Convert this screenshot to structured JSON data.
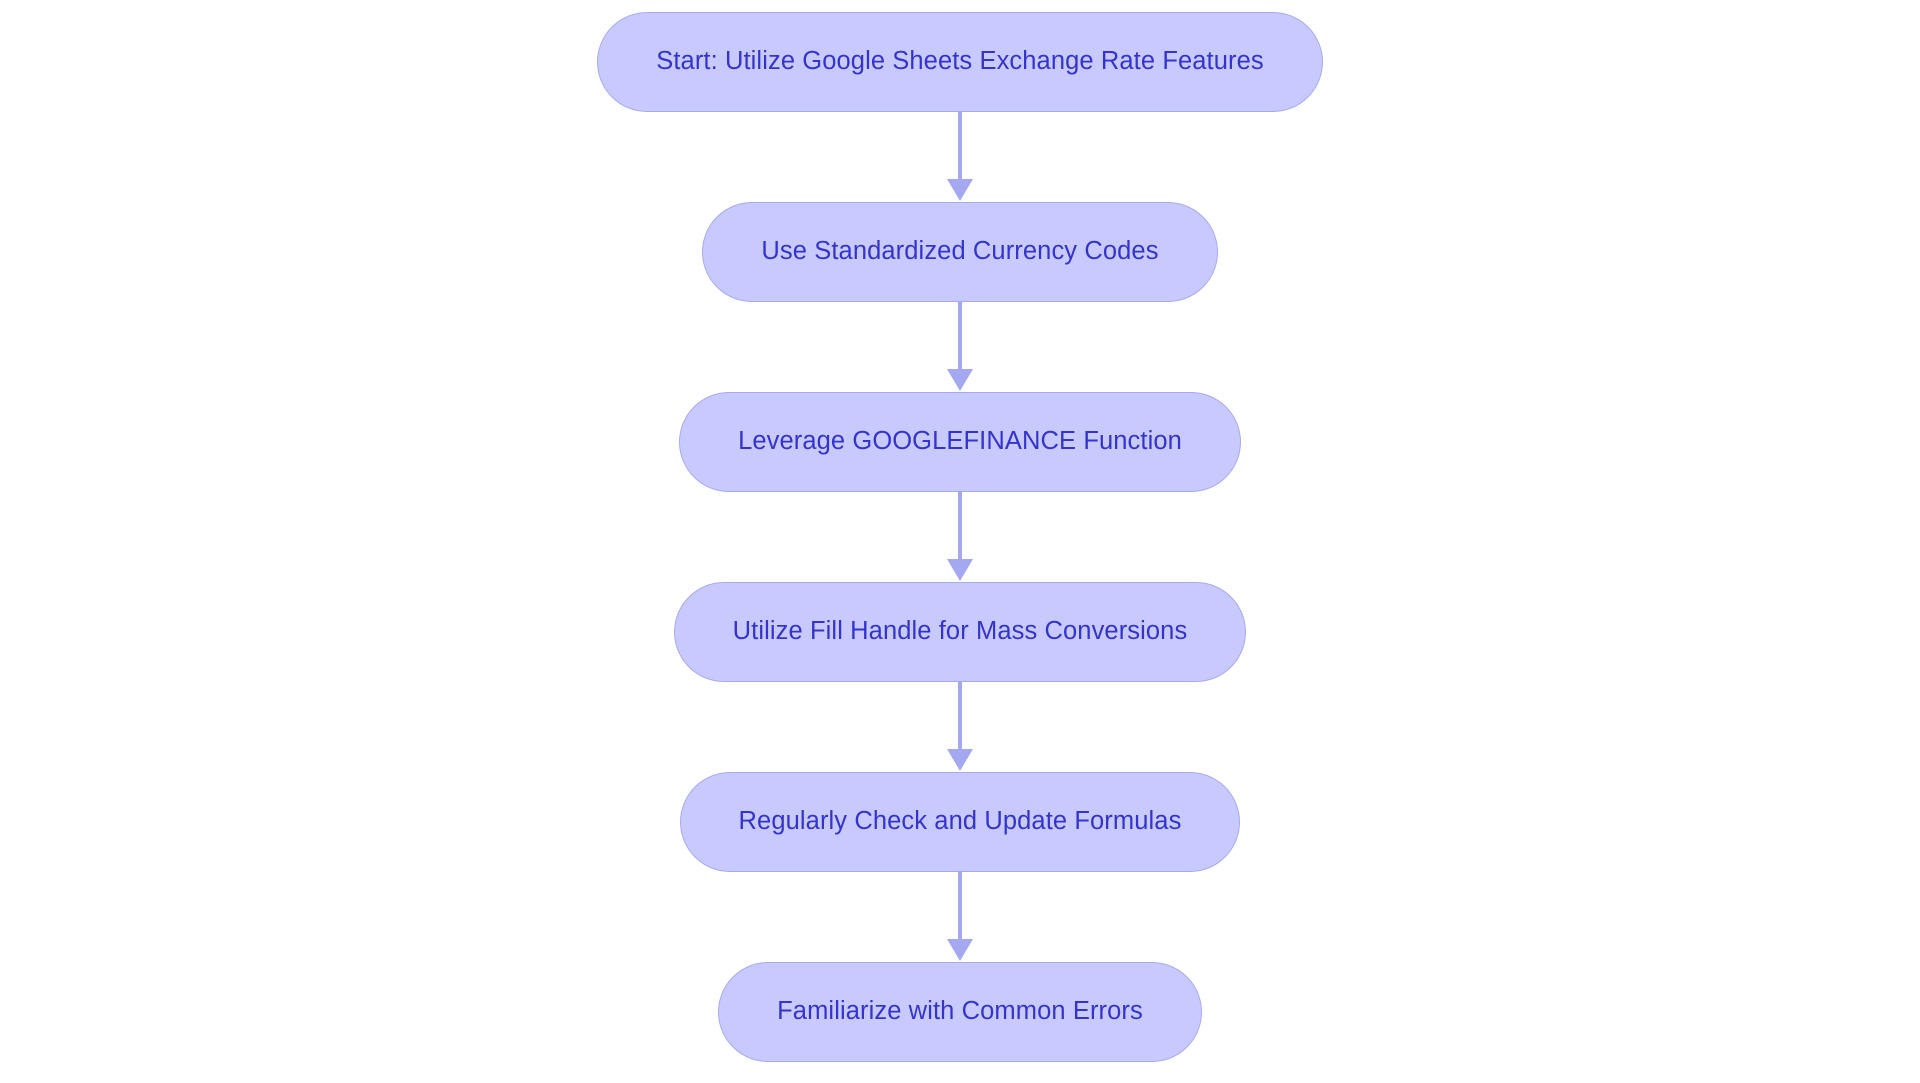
{
  "diagram": {
    "type": "flowchart",
    "orientation": "top-to-bottom",
    "background_color": "#ffffff",
    "node_fill_color": "#c8caff",
    "node_border_color": "#a7abee",
    "node_text_color": "#3434cc",
    "connector_color": "#a3a8f0",
    "nodes": [
      {
        "id": "n1",
        "label": "Start: Utilize Google Sheets Exchange Rate Features"
      },
      {
        "id": "n2",
        "label": "Use Standardized Currency Codes"
      },
      {
        "id": "n3",
        "label": "Leverage GOOGLEFINANCE Function"
      },
      {
        "id": "n4",
        "label": "Utilize Fill Handle for Mass Conversions"
      },
      {
        "id": "n5",
        "label": "Regularly Check and Update Formulas"
      },
      {
        "id": "n6",
        "label": "Familiarize with Common Errors"
      }
    ],
    "edges": [
      {
        "from": "n1",
        "to": "n2",
        "label": ""
      },
      {
        "from": "n2",
        "to": "n3",
        "label": ""
      },
      {
        "from": "n3",
        "to": "n4",
        "label": ""
      },
      {
        "from": "n4",
        "to": "n5",
        "label": ""
      },
      {
        "from": "n5",
        "to": "n6",
        "label": ""
      }
    ]
  }
}
